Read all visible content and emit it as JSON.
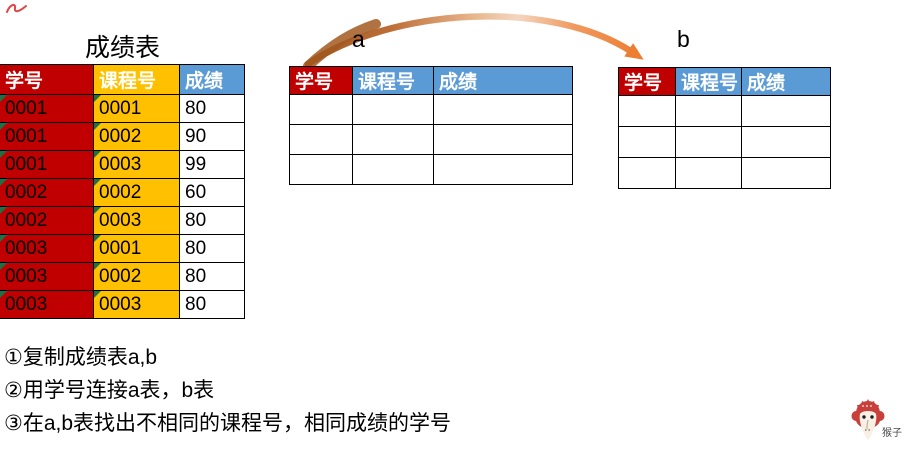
{
  "colors": {
    "header_red": "#C00000",
    "header_orange": "#FFC000",
    "header_blue": "#5B9BD5",
    "arrow_orange": "#ED7D31",
    "corner_triangle_green": "#1E7145"
  },
  "main_table": {
    "title": "成绩表",
    "headers": [
      {
        "label": "学号"
      },
      {
        "label": "课程号"
      },
      {
        "label": "成绩"
      }
    ],
    "rows": [
      [
        "0001",
        "0001",
        "80"
      ],
      [
        "0001",
        "0002",
        "90"
      ],
      [
        "0001",
        "0003",
        "99"
      ],
      [
        "0002",
        "0002",
        "60"
      ],
      [
        "0002",
        "0003",
        "80"
      ],
      [
        "0003",
        "0001",
        "80"
      ],
      [
        "0003",
        "0002",
        "80"
      ],
      [
        "0003",
        "0003",
        "80"
      ]
    ]
  },
  "table_a": {
    "label": "a",
    "headers": [
      {
        "label": "学号"
      },
      {
        "label": "课程号"
      },
      {
        "label": "成绩"
      }
    ],
    "empty_row_count": 3
  },
  "table_b": {
    "label": "b",
    "headers": [
      {
        "label": "学号"
      },
      {
        "label": "课程号"
      },
      {
        "label": "成绩"
      }
    ],
    "empty_row_count": 3
  },
  "instructions": [
    "①复制成绩表a,b",
    "②用学号连接a表，b表",
    "③在a,b表找出不相同的课程号，相同成绩的学号"
  ],
  "watermark": {
    "label": "猴子"
  }
}
